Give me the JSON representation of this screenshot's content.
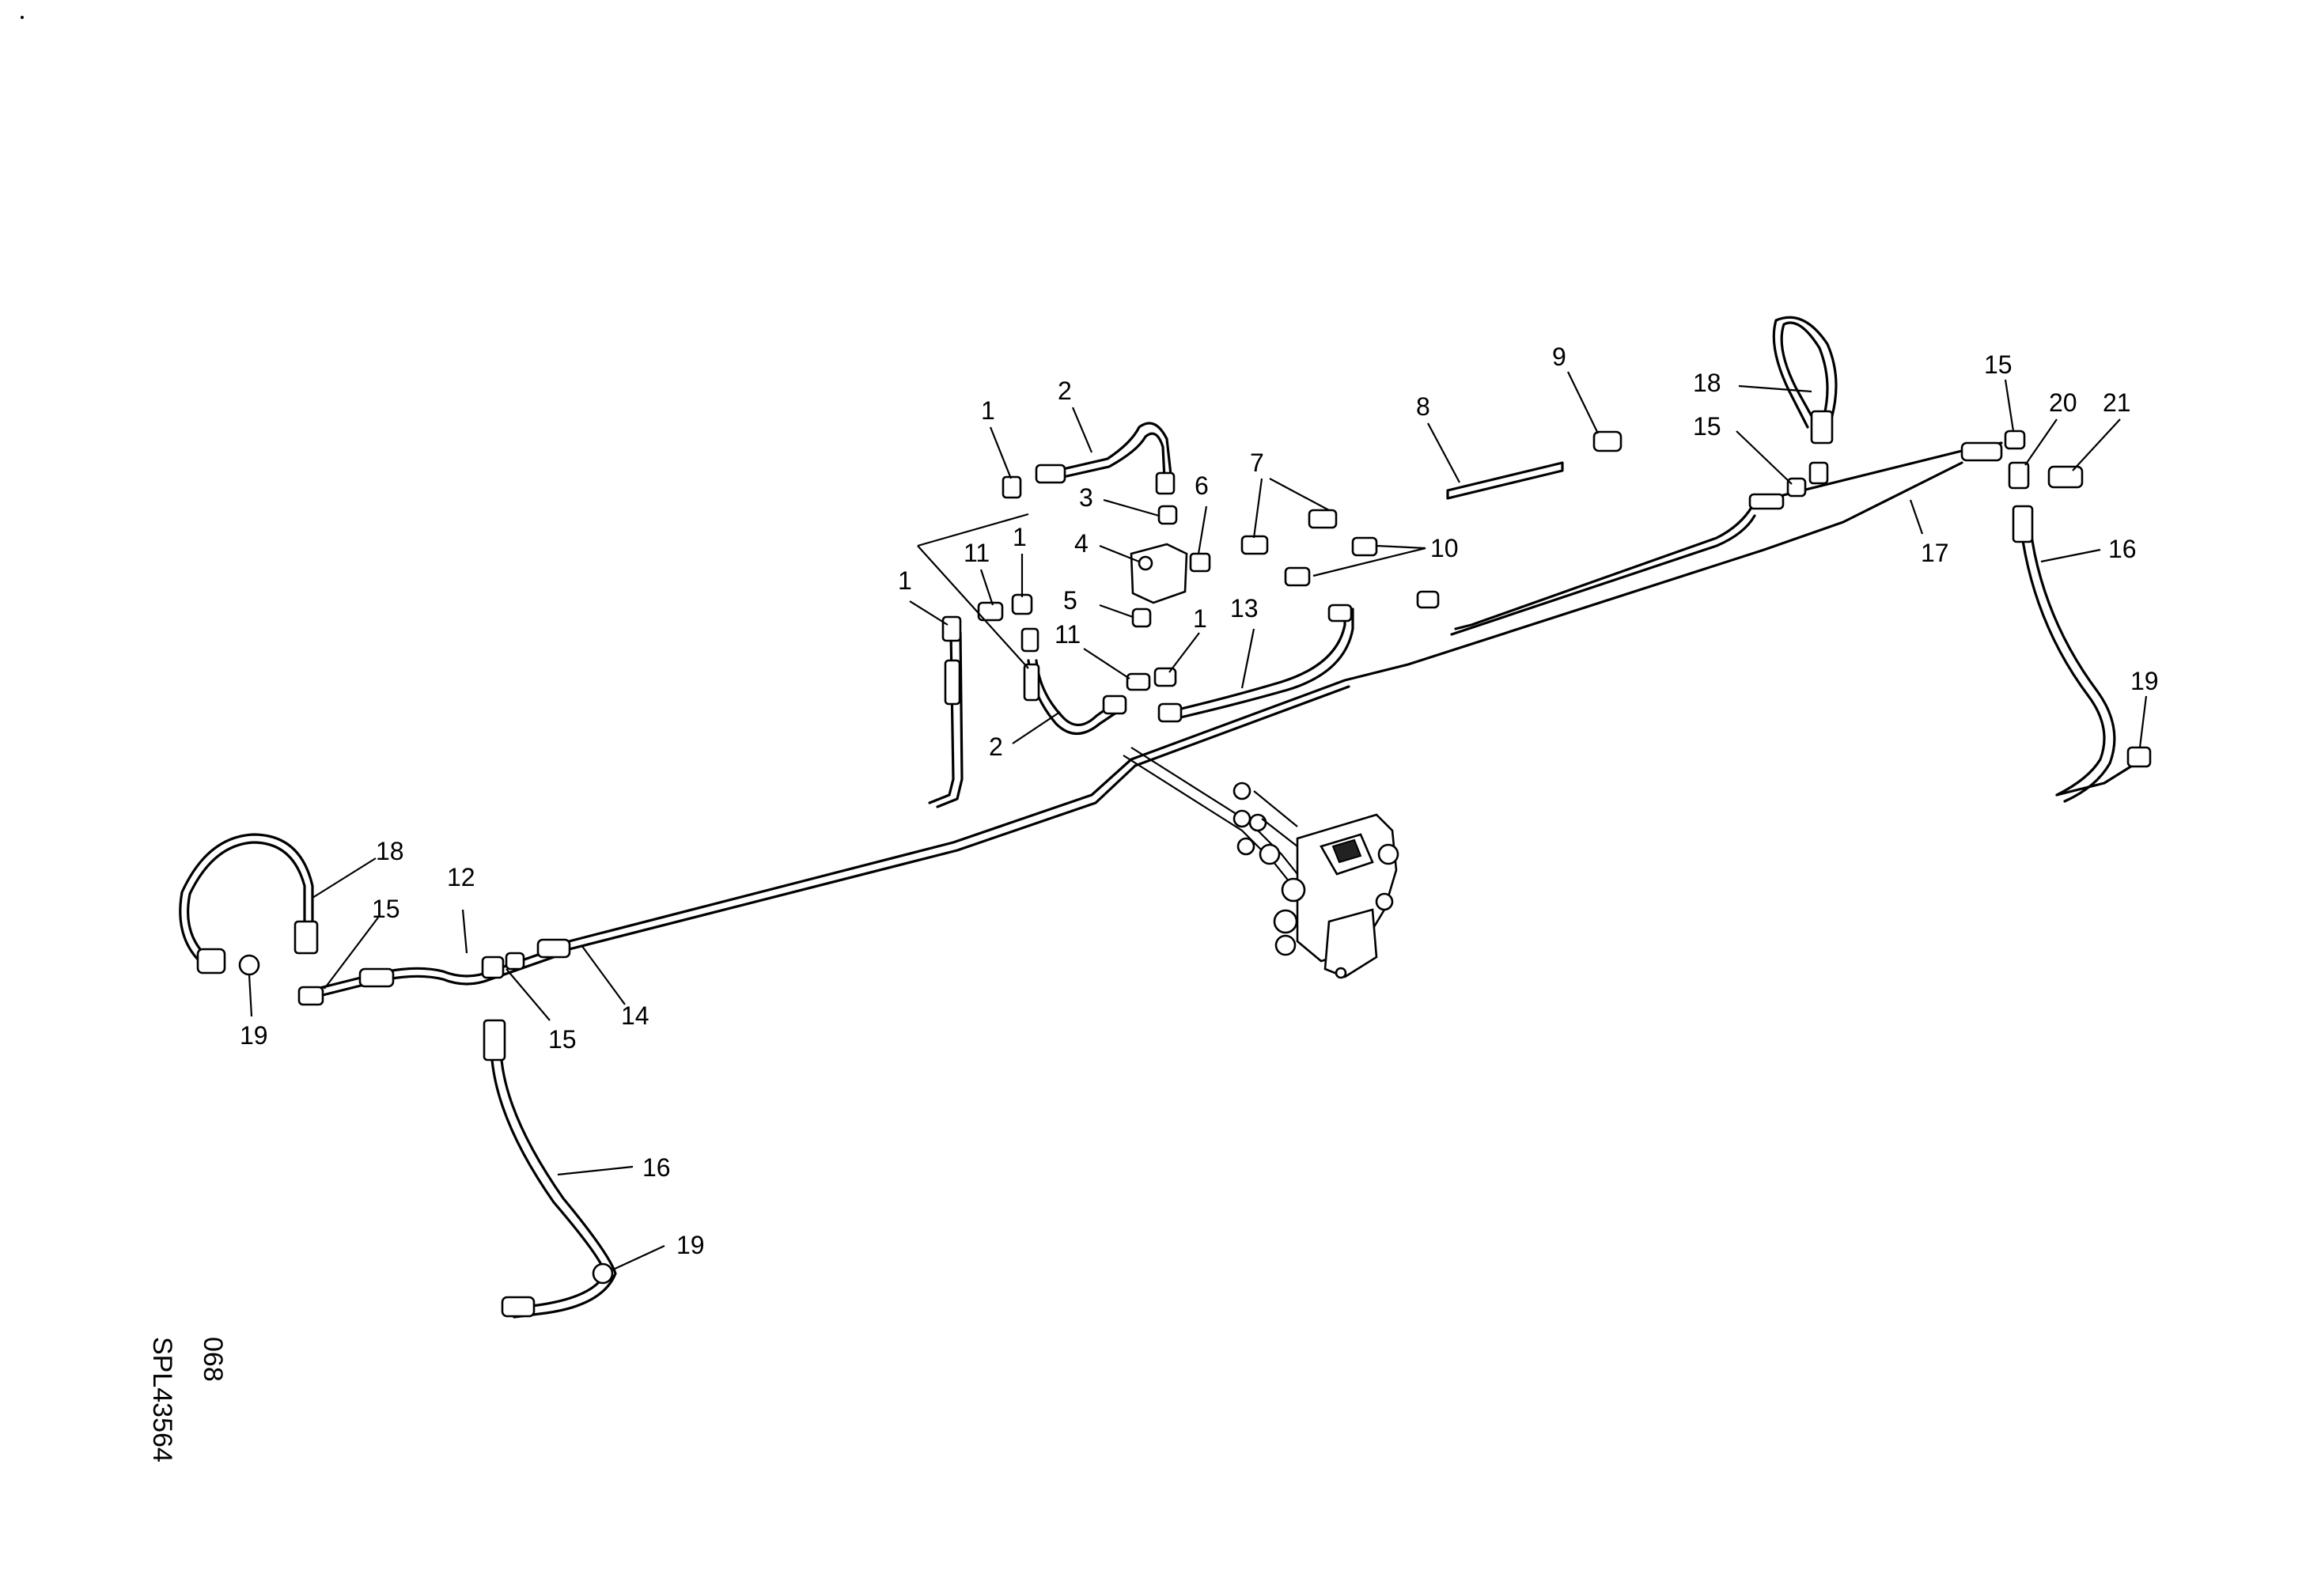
{
  "drawing": {
    "code_line1": "068",
    "code_line2": "SPL43564"
  },
  "callouts": [
    {
      "id": "c1a",
      "label": "1"
    },
    {
      "id": "c2a",
      "label": "2"
    },
    {
      "id": "c3",
      "label": "3"
    },
    {
      "id": "c4",
      "label": "4"
    },
    {
      "id": "c5",
      "label": "5"
    },
    {
      "id": "c6",
      "label": "6"
    },
    {
      "id": "c7",
      "label": "7"
    },
    {
      "id": "c8",
      "label": "8"
    },
    {
      "id": "c9",
      "label": "9"
    },
    {
      "id": "c10",
      "label": "10"
    },
    {
      "id": "c11a",
      "label": "11"
    },
    {
      "id": "c1b",
      "label": "1"
    },
    {
      "id": "c1c",
      "label": "1"
    },
    {
      "id": "c11b",
      "label": "11"
    },
    {
      "id": "c1d",
      "label": "1"
    },
    {
      "id": "c13",
      "label": "13"
    },
    {
      "id": "c2b",
      "label": "2"
    },
    {
      "id": "c18a",
      "label": "18"
    },
    {
      "id": "c15a",
      "label": "15"
    },
    {
      "id": "c15b",
      "label": "15"
    },
    {
      "id": "c20",
      "label": "20"
    },
    {
      "id": "c21",
      "label": "21"
    },
    {
      "id": "c17",
      "label": "17"
    },
    {
      "id": "c16a",
      "label": "16"
    },
    {
      "id": "c19a",
      "label": "19"
    },
    {
      "id": "c18b",
      "label": "18"
    },
    {
      "id": "c12",
      "label": "12"
    },
    {
      "id": "c15c",
      "label": "15"
    },
    {
      "id": "c19b",
      "label": "19"
    },
    {
      "id": "c15d",
      "label": "15"
    },
    {
      "id": "c14",
      "label": "14"
    },
    {
      "id": "c16b",
      "label": "16"
    },
    {
      "id": "c19c",
      "label": "19"
    }
  ]
}
